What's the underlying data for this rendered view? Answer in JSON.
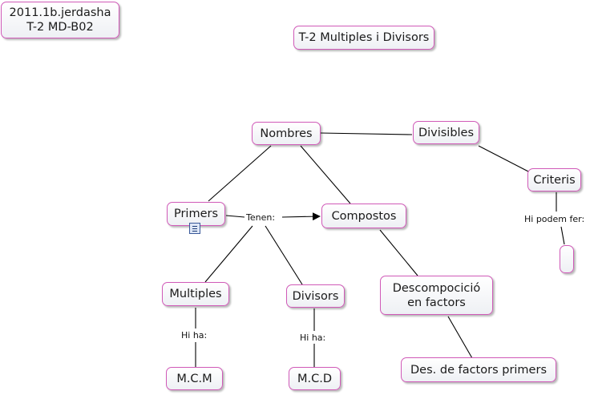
{
  "header": {
    "author_line1": "2011.1b.jerdasha",
    "author_line2": "T-2 MD-B02",
    "map_title": "T-2 Multiples i Divisors"
  },
  "concepts": {
    "nombres": "Nombres",
    "divisibles": "Divisibles",
    "criteris": "Criteris",
    "primers": "Primers",
    "compostos": "Compostos",
    "multiples": "Multiples",
    "divisors": "Divisors",
    "descomposicio_line1": "Descompocició",
    "descomposicio_line2": "en factors",
    "mcm": "M.C.M",
    "mcd": "M.C.D",
    "des_factors": "Des. de factors primers",
    "empty_node": ""
  },
  "linking_phrases": {
    "tenen": "Tenen:",
    "hi_podem_fer": "Hi podem fer:",
    "hi_ha_mcm": "Hi ha:",
    "hi_ha_mcd": "Hi ha:"
  },
  "icons": {
    "primers_attachment": "document-icon"
  },
  "colors": {
    "node_border": "#d05ab8",
    "node_fill": "#eef0f4",
    "line": "#000000"
  }
}
